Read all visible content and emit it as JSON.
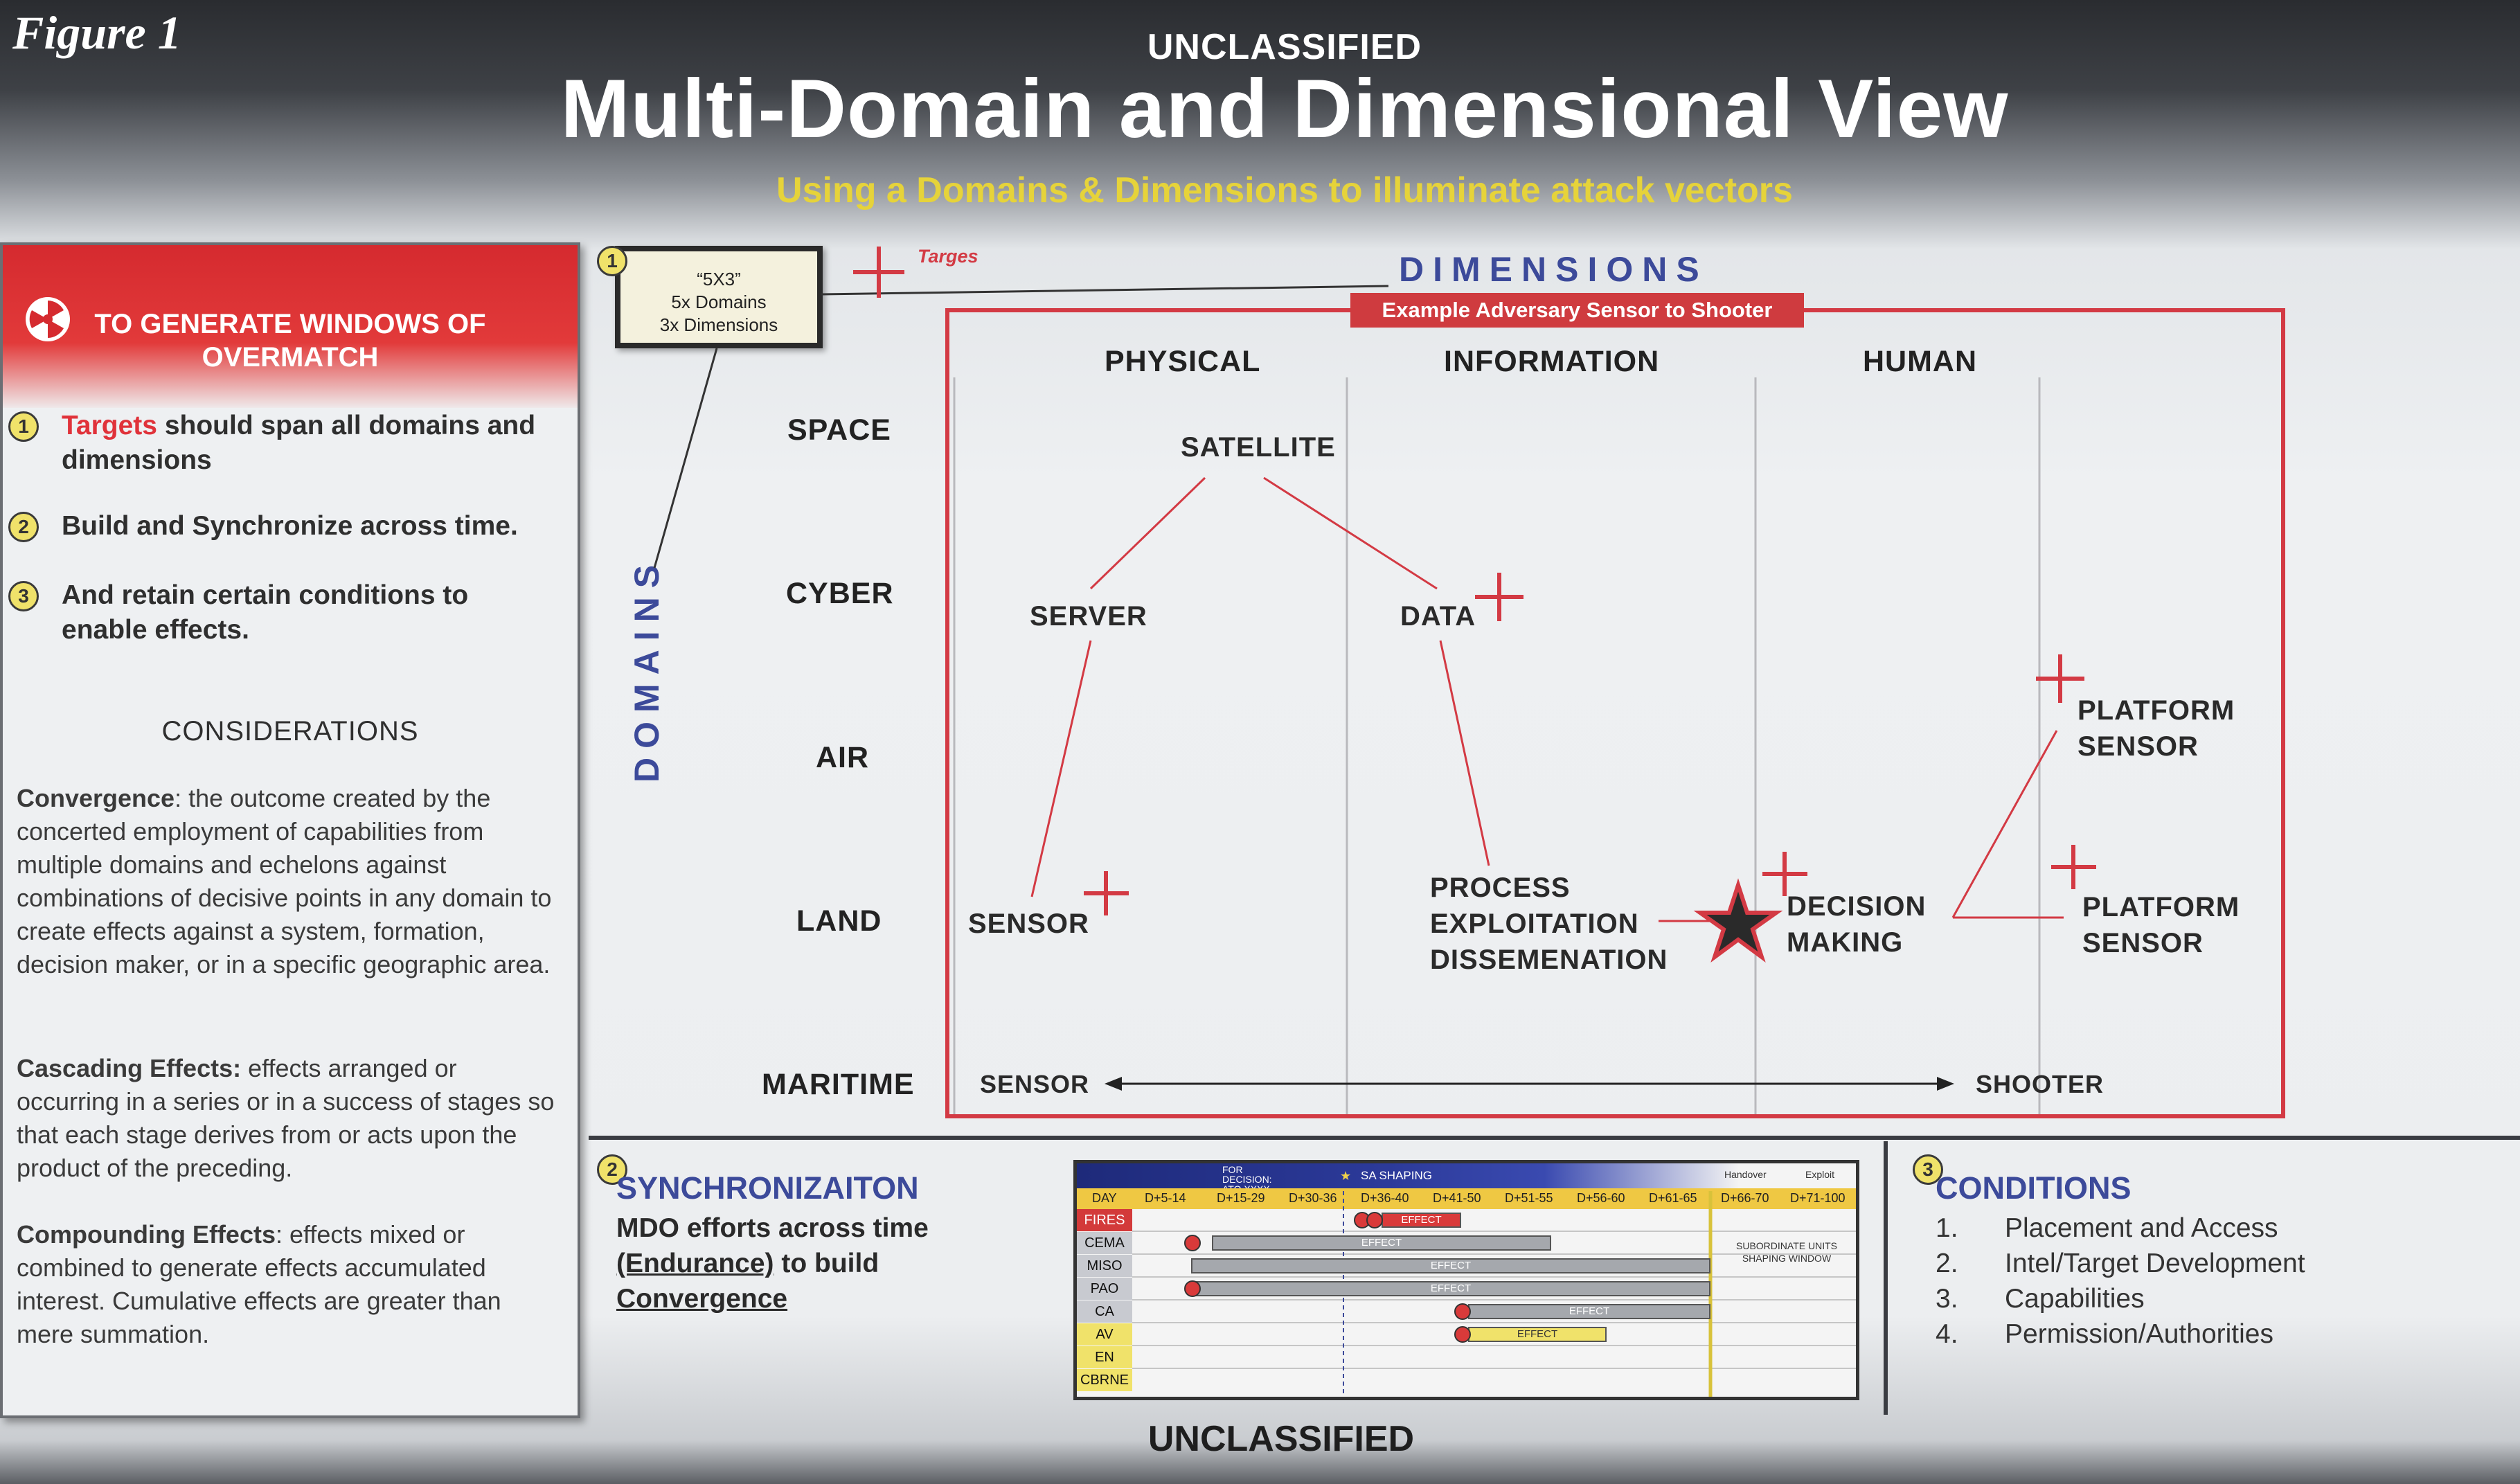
{
  "figure_label": "Figure 1",
  "classification_top": "UNCLASSIFIED",
  "title": "Multi-Domain and Dimensional View",
  "subtitle": "Using a Domains & Dimensions to illuminate attack vectors",
  "left_panel": {
    "header": "TO GENERATE WINDOWS OF OVERMATCH",
    "items": [
      {
        "num": "1",
        "highlight": "Targets",
        "text": " should span all domains and dimensions"
      },
      {
        "num": "2",
        "highlight": "",
        "text": "Build and Synchronize across time."
      },
      {
        "num": "3",
        "highlight": "",
        "text": "And retain certain conditions to enable effects."
      }
    ],
    "considerations_title": "CONSIDERATIONS",
    "considerations": [
      {
        "term": "Convergence",
        "text": ": the outcome created by the concerted employment of capabilities from multiple domains and echelons against combinations of decisive points in any domain to create effects against a system, formation, decision maker, or in a specific geographic area."
      },
      {
        "term": "Cascading Effects:",
        "text": " effects arranged or occurring in a series or in a success of stages so that each stage derives from or acts upon the product of the preceding."
      },
      {
        "term": "Compounding Effects",
        "text": ": effects mixed or combined to generate effects accumulated interest. Cumulative effects are greater than mere summation."
      }
    ]
  },
  "tag_box": {
    "num": "1",
    "line1": "“5X3”",
    "line2": "5x Domains",
    "line3": "3x Dimensions"
  },
  "targets_note": "Targes",
  "dimensions_label": "DIMENSIONS",
  "domains_label": "DOMAINS",
  "example_banner": "Example Adversary Sensor to Shooter",
  "columns": [
    "PHYSICAL",
    "INFORMATION",
    "HUMAN"
  ],
  "rows": [
    "SPACE",
    "CYBER",
    "AIR",
    "LAND",
    "MARITIME"
  ],
  "nodes": {
    "satellite": "SATELLITE",
    "server": "SERVER",
    "data": "DATA",
    "platform_sensor_1_a": "PLATFORM",
    "platform_sensor_1_b": "SENSOR",
    "sensor_land": "SENSOR",
    "ped_1": "PROCESS",
    "ped_2": "EXPLOITATION",
    "ped_3": "DISSEMENATION",
    "decision_1": "DECISION",
    "decision_2": "MAKING",
    "platform_sensor_2_a": "PLATFORM",
    "platform_sensor_2_b": "SENSOR",
    "maritime_sensor": "SENSOR",
    "maritime_shooter": "SHOOTER"
  },
  "sync": {
    "num": "2",
    "title": "SYNCHRONIZAITON",
    "line1": "MDO efforts across time",
    "endurance": "(Endurance)",
    "line2_rest": " to build",
    "convergence": "Convergence"
  },
  "gantt": {
    "top_left": "FOR DECISION: ATO XXXX",
    "top_mid": "SA SHAPING",
    "top_r1": "Handover",
    "top_r2": "Exploit",
    "day_label": "DAY",
    "days": [
      "D+5-14",
      "D+15-29",
      "D+30-36",
      "D+36-40",
      "D+41-50",
      "D+51-55",
      "D+56-60",
      "D+61-65",
      "D+66-70",
      "D+71-100"
    ],
    "rows": [
      "FIRES",
      "CEMA",
      "MISO",
      "PAO",
      "CA",
      "AV",
      "EN",
      "CBRNE"
    ],
    "effect_label": "EFFECT",
    "window_label_1": "SUBORDINATE UNITS",
    "window_label_2": "SHAPING WINDOW"
  },
  "conditions": {
    "num": "3",
    "title": "CONDITIONS",
    "items": [
      {
        "n": "1.",
        "text": "Placement and Access"
      },
      {
        "n": "2.",
        "text": "Intel/Target Development"
      },
      {
        "n": "3.",
        "text": "Capabilities"
      },
      {
        "n": "4.",
        "text": "Permission/Authorities"
      }
    ]
  },
  "classification_bottom": "UNCLASSIFIED",
  "colors": {
    "red": "#d33a44",
    "blue": "#3c4a9a",
    "yellow": "#e6d33a"
  }
}
